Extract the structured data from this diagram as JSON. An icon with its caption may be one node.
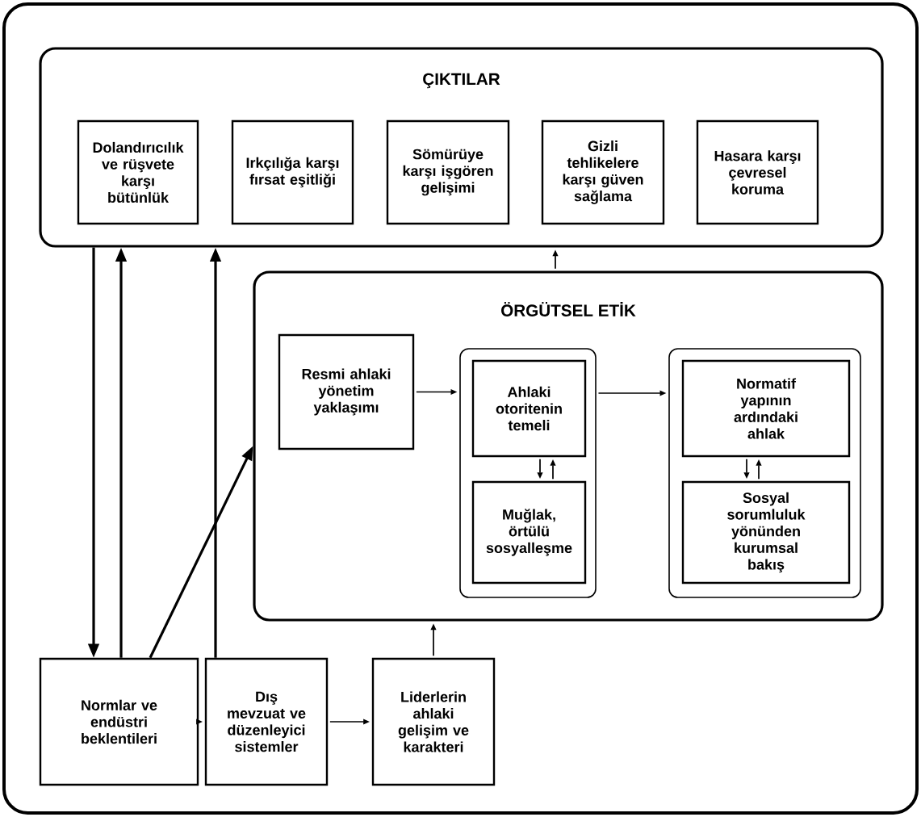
{
  "diagram": {
    "nodes": [
      {
        "text": [
          "ÇIKTILAR"
        ]
      },
      {
        "text": [
          "Dolandırıcılık ve rüşvete karşı bütünlük"
        ],
        "in": 0
      },
      {
        "text": [
          "Irkçılığa karşı fırsat eşitliği"
        ],
        "in": 0
      },
      {
        "text": [
          "Sömürüye karşı işgören gelişimi"
        ],
        "in": 0
      },
      {
        "text": [
          "Gizli tehlikelere karşı güven sağlama"
        ],
        "in": 0
      },
      {
        "text": [
          "Hasara karşı çevresel koruma"
        ],
        "in": 0
      },
      {
        "text": [
          "ÖRGÜTSEL ETİK"
        ]
      },
      {
        "text": [
          "Resmi ahlaki yönetim yaklaşımı"
        ],
        "in": 6
      },
      {
        "text": [],
        "shape": "box",
        "in": 6
      },
      {
        "text": [
          "Ahlaki otoritenin temeli"
        ],
        "in": 8
      },
      {
        "text": [
          "Muğlak, örtülü sosyalleşme"
        ],
        "in": 8
      },
      {
        "text": [],
        "shape": "box",
        "in": 6
      },
      {
        "text": [
          "Normatif yapının ardındaki ahlak"
        ],
        "in": 11
      },
      {
        "text": [
          "Sosyal sorumluluk yönünden kurumsal bakış"
        ],
        "in": 11
      },
      {
        "text": [
          "Normlar ve endüstri beklentileri"
        ]
      },
      {
        "text": [
          "Dış mevzuat ve düzenleyici sistemler"
        ]
      },
      {
        "text": [
          "Liderlerin ahlaki gelişim ve karakteri"
        ]
      }
    ],
    "edges": [
      {
        "from": 0,
        "to": 14,
        "arrow": "to"
      },
      {
        "from": 14,
        "to": 0,
        "arrow": "to"
      },
      {
        "from": 14,
        "to": 6,
        "arrow": "to"
      },
      {
        "from": 15,
        "to": 0,
        "arrow": "to"
      },
      {
        "from": 6,
        "to": 0,
        "arrow": "to"
      },
      {
        "from": 16,
        "to": 6,
        "arrow": "to"
      },
      {
        "from": 14,
        "to": 15,
        "arrow": "to"
      },
      {
        "from": 15,
        "to": 16,
        "arrow": "to"
      },
      {
        "from": 7,
        "to": 8,
        "arrow": "to"
      },
      {
        "from": 8,
        "to": 11,
        "arrow": "to"
      },
      {
        "from": 9,
        "to": 10,
        "arrow": "to"
      },
      {
        "from": 10,
        "to": 9,
        "arrow": "to"
      },
      {
        "from": 12,
        "to": 13,
        "arrow": "to"
      },
      {
        "from": 13,
        "to": 12,
        "arrow": "to"
      }
    ]
  }
}
